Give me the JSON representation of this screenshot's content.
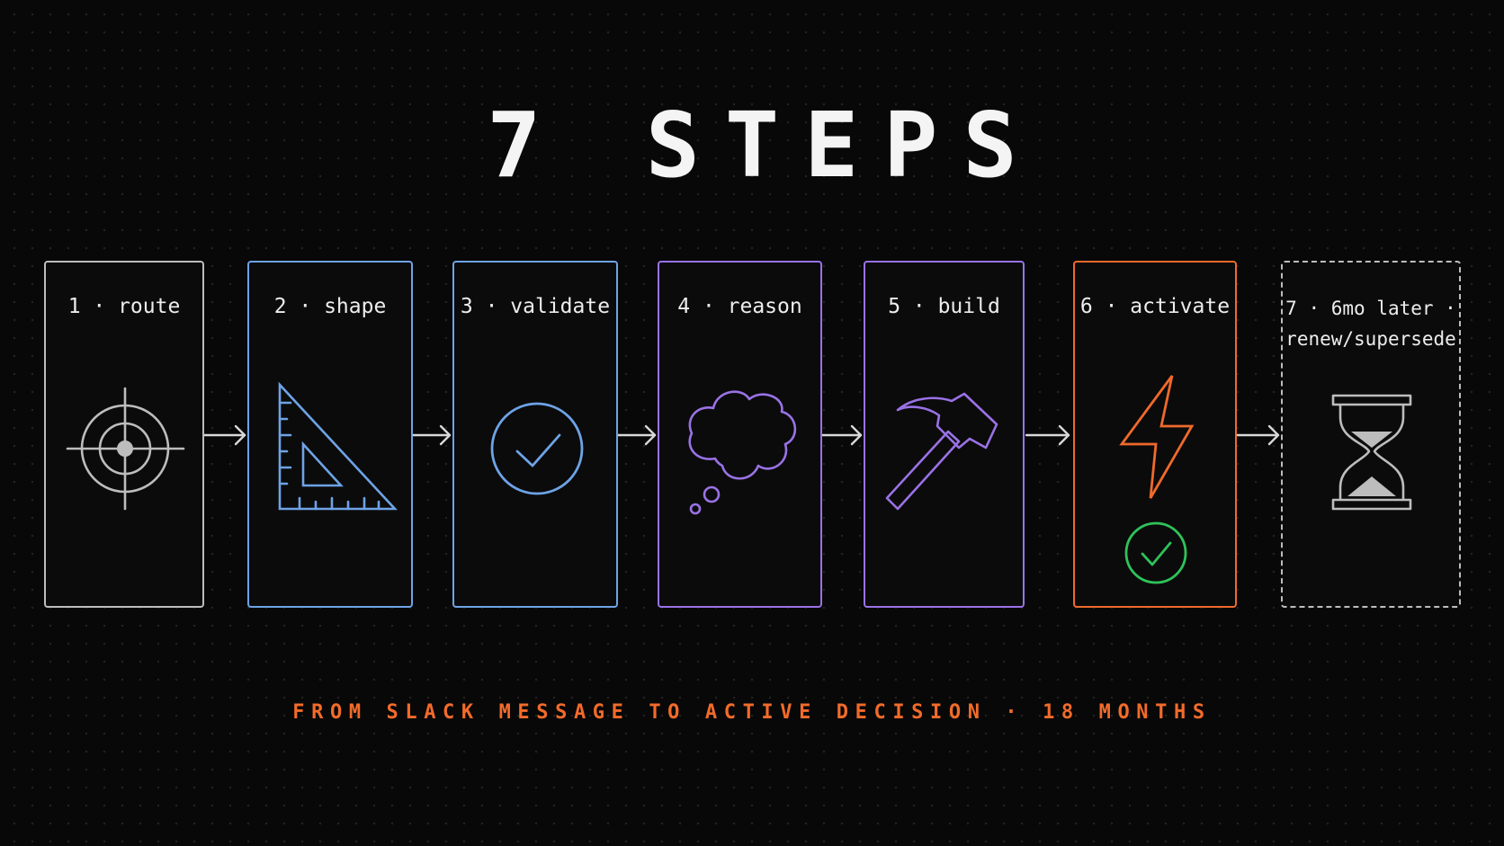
{
  "title": "7 STEPS",
  "steps": [
    {
      "label": "1 · route",
      "icon": "crosshair-target-icon",
      "color": "#bdbdbd"
    },
    {
      "label": "2 · shape",
      "icon": "set-square-ruler-icon",
      "color": "#6ea3e6"
    },
    {
      "label": "3 · validate",
      "icon": "circle-check-icon",
      "color": "#6ea3e6"
    },
    {
      "label": "4 · reason",
      "icon": "thought-bubble-icon",
      "color": "#9a72e6"
    },
    {
      "label": "5 · build",
      "icon": "hammer-icon",
      "color": "#9a72e6"
    },
    {
      "label": "6 · activate",
      "icon": "lightning-bolt-icon",
      "secondary_icon": "green-check-icon",
      "color": "#ef6a2c",
      "check_color": "#2fc25a"
    },
    {
      "label_line1": "7 · 6mo later ·",
      "label_line2": "renew/supersede",
      "icon": "hourglass-icon",
      "color": "#bdbdbd",
      "border": "dashed"
    }
  ],
  "tagline": "FROM SLACK MESSAGE TO ACTIVE DECISION · 18 MONTHS"
}
